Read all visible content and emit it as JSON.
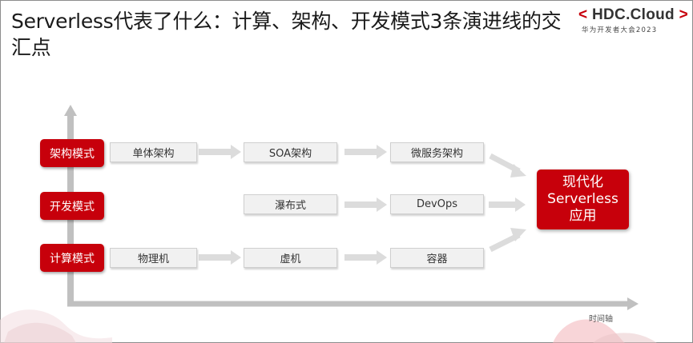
{
  "title": "Serverless代表了什么：计算、架构、开发模式3条演进线的交汇点",
  "logo": {
    "left_bracket": "<",
    "name": "HDC.Cloud",
    "right_bracket": ">",
    "subtitle": "华为开发者大会2023"
  },
  "rows": [
    {
      "mode": "架构模式",
      "stages": [
        "单体架构",
        "SOA架构",
        "微服务架构"
      ]
    },
    {
      "mode": "开发模式",
      "stages": [
        "",
        "瀑布式",
        "DevOps"
      ]
    },
    {
      "mode": "计算模式",
      "stages": [
        "物理机",
        "虚机",
        "容器"
      ]
    }
  ],
  "result": {
    "line1": "现代化",
    "line2": "Serverless",
    "line3": "应用"
  },
  "axis": {
    "x_label": "时间轴"
  },
  "colors": {
    "accent": "#c7000b",
    "stage_bg": "#f1f1f1",
    "arrow": "#dcdcdc",
    "axis": "#c0c0c0"
  }
}
